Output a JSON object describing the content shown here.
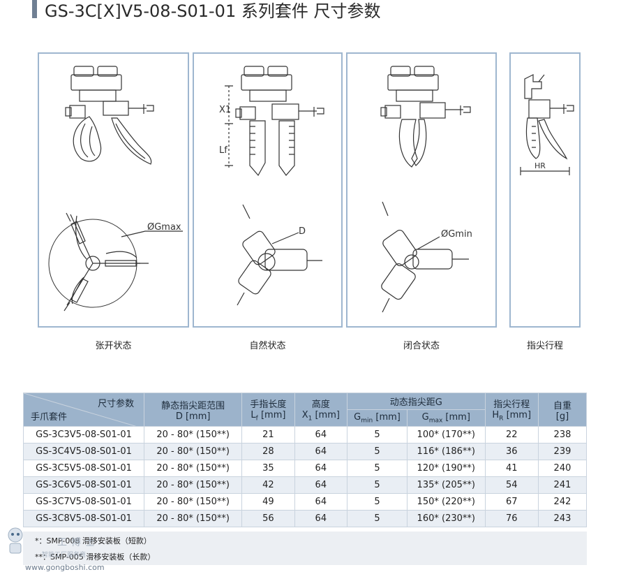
{
  "page": {
    "title": "GS-3C[X]V5-08-S01-01 系列套件 尺寸参数"
  },
  "diagrams": [
    {
      "caption": "张开状态",
      "label": "ØGmax"
    },
    {
      "caption": "自然状态",
      "label_x1": "X1",
      "label_lf": "Lf",
      "label_d": "D"
    },
    {
      "caption": "闭合状态",
      "label": "ØGmin"
    },
    {
      "caption": "指尖行程",
      "label": "HR"
    }
  ],
  "table": {
    "corner_top": "尺寸参数",
    "corner_bottom": "手爪套件",
    "headers": {
      "static_range": "静态指尖距范围",
      "static_range_unit": "D [mm]",
      "finger_length": "手指长度",
      "finger_length_sym": "L",
      "finger_length_sub": "f",
      "finger_length_unit": " [mm]",
      "height": "高度",
      "height_sym": "X",
      "height_sub": "1",
      "height_unit": " [mm]",
      "dynamic": "动态指尖距G",
      "gmin_sym": "G",
      "gmin_sub": "min",
      "gmin_unit": " [mm]",
      "gmax_sym": "G",
      "gmax_sub": "max",
      "gmax_unit": " [mm]",
      "stroke": "指尖行程",
      "stroke_sym": "H",
      "stroke_sub": "R",
      "stroke_unit": " [mm]",
      "weight": "自重",
      "weight_unit": "[g]"
    },
    "rows": [
      {
        "kit": "GS-3C3V5-08-S01-01",
        "d": "20 - 80* (150**)",
        "lf": "21",
        "x1": "64",
        "gmin": "5",
        "gmax": "100* (170**)",
        "hr": "22",
        "w": "238"
      },
      {
        "kit": "GS-3C4V5-08-S01-01",
        "d": "20 - 80* (150**)",
        "lf": "28",
        "x1": "64",
        "gmin": "5",
        "gmax": "116* (186**)",
        "hr": "36",
        "w": "239"
      },
      {
        "kit": "GS-3C5V5-08-S01-01",
        "d": "20 - 80* (150**)",
        "lf": "35",
        "x1": "64",
        "gmin": "5",
        "gmax": "120* (190**)",
        "hr": "41",
        "w": "240"
      },
      {
        "kit": "GS-3C6V5-08-S01-01",
        "d": "20 - 80* (150**)",
        "lf": "42",
        "x1": "64",
        "gmin": "5",
        "gmax": "135* (205**)",
        "hr": "54",
        "w": "241"
      },
      {
        "kit": "GS-3C7V5-08-S01-01",
        "d": "20 - 80* (150**)",
        "lf": "49",
        "x1": "64",
        "gmin": "5",
        "gmax": "150* (220**)",
        "hr": "67",
        "w": "242"
      },
      {
        "kit": "GS-3C8V5-08-S01-01",
        "d": "20 - 80* (150**)",
        "lf": "56",
        "x1": "64",
        "gmin": "5",
        "gmax": "160* (230**)",
        "hr": "76",
        "w": "243"
      }
    ]
  },
  "notes": [
    "*：SMP-008 滑移安装板（短款）",
    "**：SMP-005 滑移安装板（长款）"
  ],
  "watermark": {
    "line1": "工博士",
    "line2": "智能工厂服务商",
    "url": "www.gongboshi.com"
  }
}
